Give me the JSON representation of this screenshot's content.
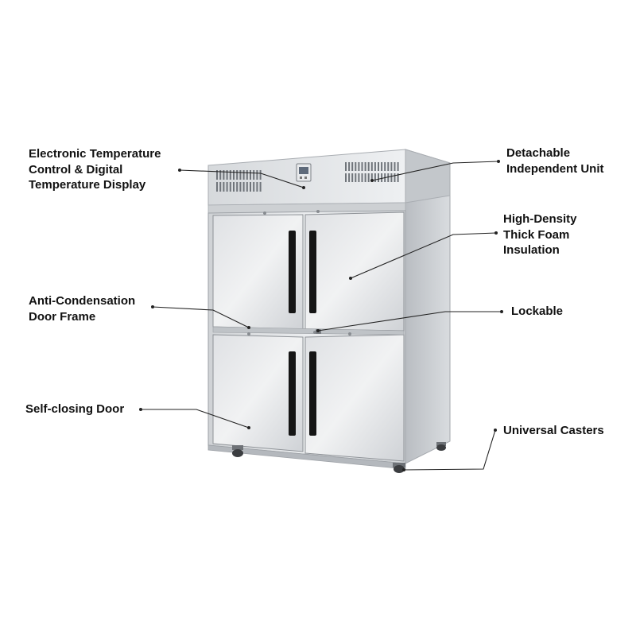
{
  "colors": {
    "background": "#ffffff",
    "steel_light": "#e4e6e8",
    "steel_mid": "#c9ccd0",
    "steel_dark": "#9ea2a7",
    "handle": "#141414",
    "leader_line": "#222222"
  },
  "callouts": {
    "temp_control": {
      "lines": [
        "Electronic Temperature",
        "Control & Digital",
        "Temperature Display"
      ]
    },
    "detachable": {
      "lines": [
        "Detachable",
        "Independent Unit"
      ]
    },
    "insulation": {
      "lines": [
        "High-Density",
        "Thick Foam",
        "Insulation"
      ]
    },
    "anti_condensation": {
      "lines": [
        "Anti-Condensation",
        "Door Frame"
      ]
    },
    "lockable": {
      "lines": [
        "Lockable"
      ]
    },
    "self_closing": {
      "lines": [
        "Self-closing Door"
      ]
    },
    "casters": {
      "lines": [
        "Universal Casters"
      ]
    }
  },
  "product": {
    "name": "four-door-stainless-refrigerator",
    "doors": 4,
    "vent-grille-icon": "vent-grille-icon",
    "display-icon": "digital-display-icon"
  }
}
